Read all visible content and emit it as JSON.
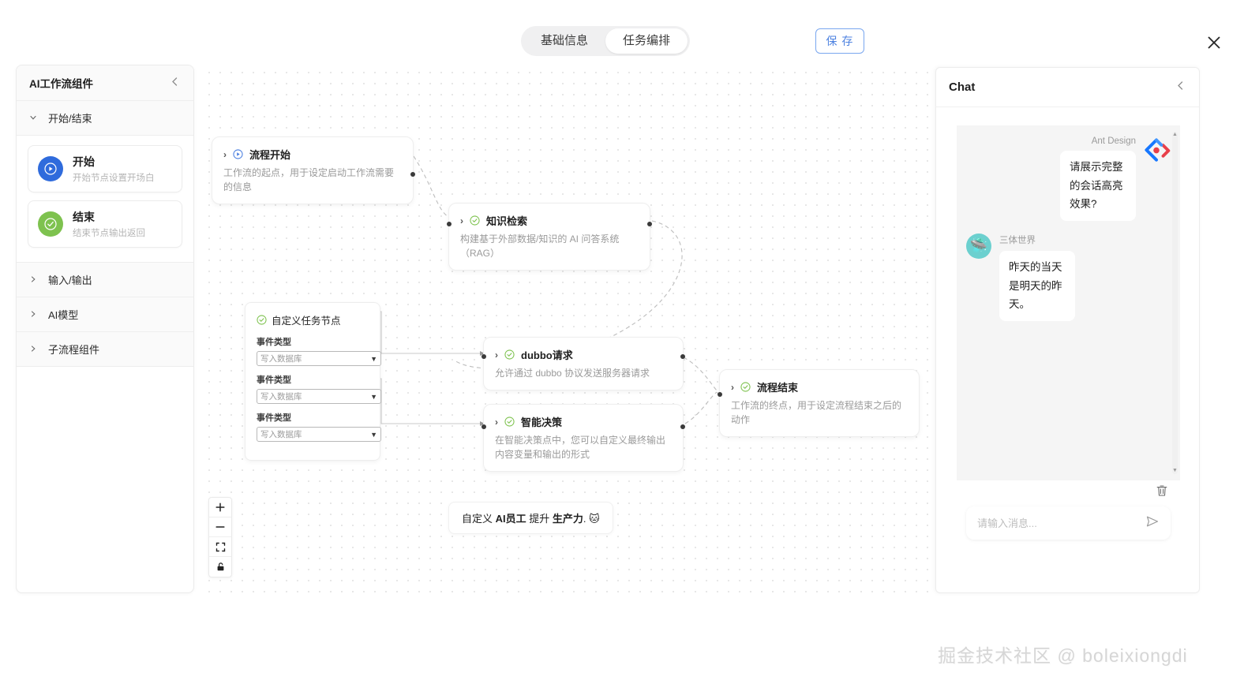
{
  "topbar": {
    "tabs": [
      {
        "label": "基础信息",
        "active": false
      },
      {
        "label": "任务编排",
        "active": true
      }
    ],
    "save_label": "保 存",
    "close_icon": "close-icon"
  },
  "sidebar": {
    "title": "AI工作流组件",
    "collapse_icon": "chevron-left-icon",
    "groups": [
      {
        "label": "开始/结束",
        "expanded": true,
        "chevron": "⌄"
      },
      {
        "label": "输入/输出",
        "expanded": false,
        "chevron": "›"
      },
      {
        "label": "AI模型",
        "expanded": false,
        "chevron": "›"
      },
      {
        "label": "子流程组件",
        "expanded": false,
        "chevron": "›"
      }
    ],
    "components": [
      {
        "name": "开始",
        "desc": "开始节点设置开场白",
        "icon": "play-circle-icon",
        "color": "#2f6bdc"
      },
      {
        "name": "结束",
        "desc": "结束节点输出返回",
        "icon": "check-circle-icon",
        "color": "#7ec24f"
      }
    ]
  },
  "canvas": {
    "nodes": [
      {
        "id": "start",
        "arrow": "›",
        "title": "流程开始",
        "desc": "工作流的起点，用于设定启动工作流需要的信息",
        "badge": "play-circle-icon",
        "badge_color": "#4a7fe0"
      },
      {
        "id": "rag",
        "arrow": "›",
        "title": "知识检索",
        "desc": "构建基于外部数据/知识的 AI 问答系统（RAG）",
        "badge": "check-circle-icon",
        "badge_color": "#7ec24f"
      },
      {
        "id": "dubbo",
        "arrow": "›",
        "title": "dubbo请求",
        "desc": "允许通过 dubbo 协议发送服务器请求",
        "badge": "check-circle-icon",
        "badge_color": "#7ec24f"
      },
      {
        "id": "decision",
        "arrow": "›",
        "title": "智能决策",
        "desc": "在智能决策点中，您可以自定义最终输出内容变量和输出的形式",
        "badge": "check-circle-icon",
        "badge_color": "#7ec24f"
      },
      {
        "id": "end",
        "arrow": "›",
        "title": "流程结束",
        "desc": "工作流的终点，用于设定流程结束之后的动作",
        "badge": "check-circle-icon",
        "badge_color": "#7ec24f"
      }
    ],
    "task_node": {
      "title": "自定义任务节点",
      "badge": "check-circle-icon",
      "fields": [
        {
          "label": "事件类型",
          "value": "写入数据库"
        },
        {
          "label": "事件类型",
          "value": "写入数据库"
        },
        {
          "label": "事件类型",
          "value": "写入数据库"
        }
      ]
    },
    "note": {
      "prefix": "自定义 ",
      "bold1": "AI员工",
      "middle": " 提升 ",
      "bold2": "生产力",
      "suffix": ". ",
      "emoji": "🐱"
    },
    "controls": [
      {
        "name": "zoom-in",
        "glyph": "＋"
      },
      {
        "name": "zoom-out",
        "glyph": "－"
      },
      {
        "name": "fit-view",
        "glyph": "⛶"
      },
      {
        "name": "lock",
        "glyph": "🔓"
      }
    ]
  },
  "chat": {
    "title": "Chat",
    "collapse_icon": "chevron-left-icon",
    "messages": [
      {
        "side": "right",
        "name": "Ant Design",
        "text": "请展示完整的会话高亮效果?",
        "avatar": "ant-design-logo"
      },
      {
        "side": "left",
        "name": "三体世界",
        "text": "昨天的当天是明天的昨天。",
        "avatar": "ufo-emoji",
        "avatar_glyph": "🛸"
      }
    ],
    "clear_icon": "trash-icon",
    "input_placeholder": "请输入消息...",
    "input_value": "",
    "send_icon": "send-icon"
  },
  "watermark": {
    "text": "掘金技术社区 @ boleixiongdi"
  },
  "colors": {
    "accent_blue": "#4d82e0",
    "green": "#7ec24f",
    "ant_blue": "#1677ff",
    "ant_red": "#e8404a"
  }
}
